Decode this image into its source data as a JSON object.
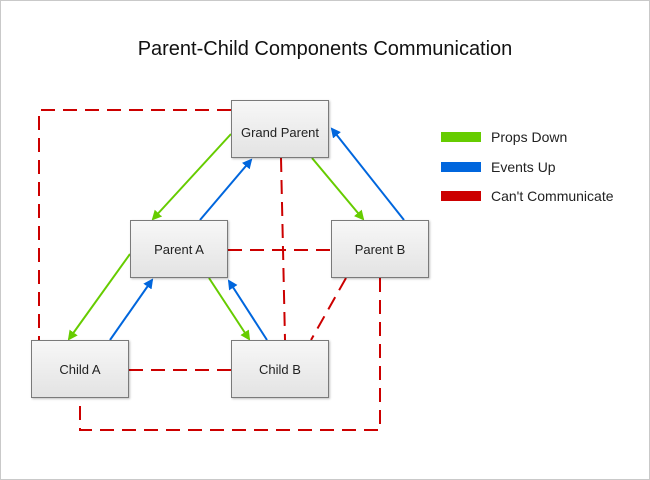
{
  "title": "Parent-Child Components Communication",
  "nodes": {
    "grand_parent": "Grand Parent",
    "parent_a": "Parent A",
    "parent_b": "Parent B",
    "child_a": "Child A",
    "child_b": "Child B"
  },
  "legend": [
    {
      "label": "Props Down",
      "color": "#66cc00"
    },
    {
      "label": "Events Up",
      "color": "#0066dd"
    },
    {
      "label": "Can't Communicate",
      "color": "#cc0000"
    }
  ],
  "edges": {
    "props_down": [
      [
        "grand_parent",
        "parent_a"
      ],
      [
        "grand_parent",
        "parent_b"
      ],
      [
        "parent_a",
        "child_a"
      ],
      [
        "parent_a",
        "child_b"
      ]
    ],
    "events_up": [
      [
        "parent_a",
        "grand_parent"
      ],
      [
        "parent_b",
        "grand_parent"
      ],
      [
        "child_a",
        "parent_a"
      ],
      [
        "child_b",
        "parent_a"
      ]
    ],
    "cant_communicate": [
      [
        "grand_parent",
        "child_a"
      ],
      [
        "grand_parent",
        "child_b"
      ],
      [
        "parent_a",
        "parent_b"
      ],
      [
        "child_a",
        "child_b"
      ],
      [
        "parent_b",
        "child_b"
      ],
      [
        "parent_b",
        "child_a"
      ]
    ]
  }
}
